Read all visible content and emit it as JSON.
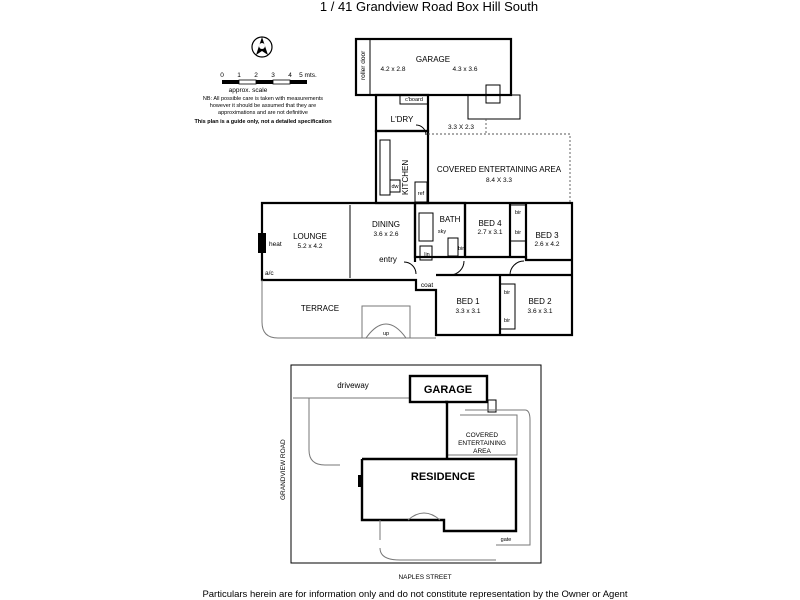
{
  "header": {
    "title": "1 / 41 Grandview Road Box Hill South"
  },
  "scale": {
    "ticks": [
      "0",
      "1",
      "2",
      "3",
      "4",
      "5 mts."
    ],
    "caption": "approx. scale",
    "note_lines": [
      "NB: All possible care is taken with measurements",
      "however it should be assumed that they are",
      "approximations and are not definitive"
    ],
    "guide_text": "This plan is a guide only, not a detailed specification"
  },
  "rooms": {
    "roller_door": "roller door",
    "garage_name": "GARAGE",
    "garage_dim1": "4.2 x 2.8",
    "garage_dim2": "4.3 x 3.6",
    "cboard": "c'board",
    "laundry": "L'DRY",
    "deck_dim": "3.3 X 2.3",
    "kitchen": "KITCHEN",
    "dw": "dw",
    "ref": "ref",
    "covered_name": "COVERED ENTERTAINING AREA",
    "covered_dim": "8.4 X 3.3",
    "lounge_name": "LOUNGE",
    "lounge_dim": "5.2 x 4.2",
    "heat": "heat",
    "ac": "a/c",
    "dining_name": "DINING",
    "dining_dim": "3.6 x 2.6",
    "entry": "entry",
    "bath": "BATH",
    "sky": "sky",
    "bir": "bir",
    "lin": "lin",
    "coat": "coat",
    "bed4_name": "BED 4",
    "bed4_dim": "2.7 x 3.1",
    "bed3_name": "BED 3",
    "bed3_dim": "2.6 x 4.2",
    "bed1_name": "BED 1",
    "bed1_dim": "3.3 x 3.1",
    "bed2_name": "BED 2",
    "bed2_dim": "3.6 x 3.1",
    "terrace": "TERRACE",
    "up": "up"
  },
  "site": {
    "driveway": "driveway",
    "garage": "GARAGE",
    "covered_lines": [
      "COVERED",
      "ENTERTAINING",
      "AREA"
    ],
    "residence": "RESIDENCE",
    "grandview_road": "GRANDVIEW ROAD",
    "naples_street": "NAPLES STREET",
    "gate": "gate"
  },
  "footer": {
    "disclaimer": "Particulars herein are for information only and do not constitute representation by the Owner or Agent"
  }
}
